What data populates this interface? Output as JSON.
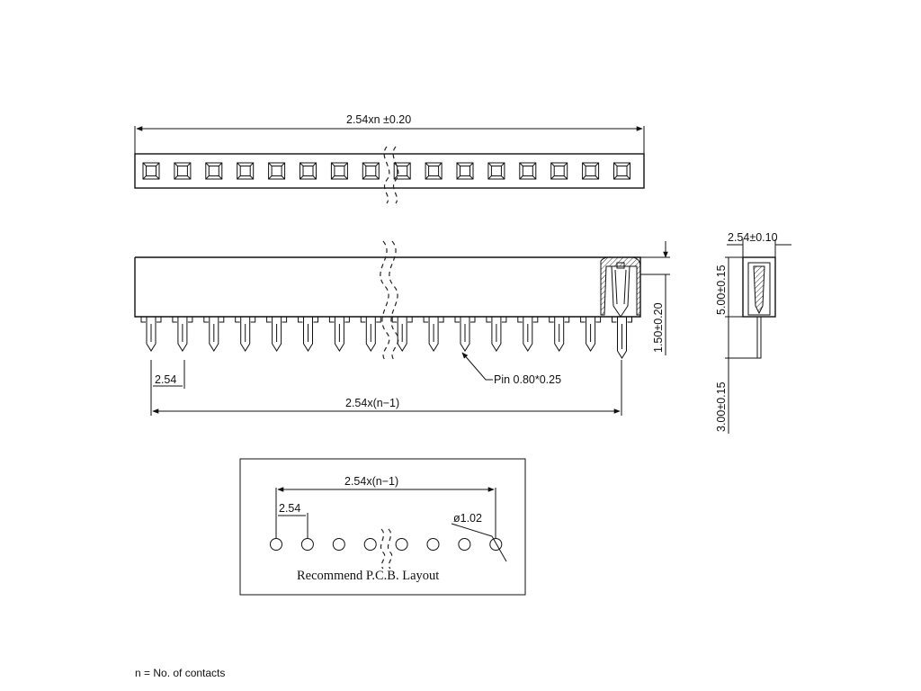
{
  "top_view": {
    "length_dim": "2.54xn  ±0.20",
    "contact_count_shown": 16
  },
  "front_view": {
    "height_dim": "1.50±0.20",
    "pitch_dim": "2.54",
    "span_dim": "2.54x(n−1)",
    "pin_callout": "Pin  0.80*0.25",
    "pin_count_shown": 16
  },
  "side_view": {
    "width_dim": "2.54±0.10",
    "body_height_dim": "5.00±0.15",
    "pin_length_dim": "3.00±0.15"
  },
  "pcb_layout": {
    "span_dim": "2.54x(n−1)",
    "pitch_dim": "2.54",
    "hole_dim": "ø1.02",
    "title": "Recommend  P.C.B.  Layout",
    "hole_count_shown": 8
  },
  "note": "n = No. of contacts",
  "colors": {
    "ink": "#111111",
    "background": "#ffffff"
  }
}
